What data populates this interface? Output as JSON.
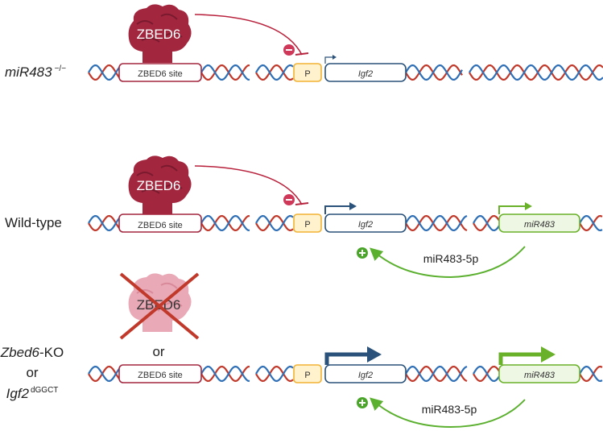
{
  "rows": [
    {
      "label_main": "miR483",
      "label_sup": "−/−",
      "protein": "ZBED6",
      "site": "ZBED6 site",
      "promoter": "P",
      "gene": "Igf2"
    },
    {
      "label_main": "Wild-type",
      "protein": "ZBED6",
      "site": "ZBED6 site",
      "promoter": "P",
      "gene": "Igf2",
      "mirna_gene": "miR483",
      "mirna_product": "miR483-5p"
    },
    {
      "label_line1_ital": "Zbed6",
      "label_line1_rest": "-KO",
      "label_line2": "or",
      "label_line3_ital": "Igf2",
      "label_line3_sup": "dGGCT",
      "protein": "ZBED6",
      "or_text": "or",
      "site": "ZBED6 site",
      "promoter": "P",
      "gene": "Igf2",
      "mirna_gene": "miR483",
      "mirna_product": "miR483-5p"
    }
  ],
  "colors": {
    "zbed6": "#a3263f",
    "zbed6_faded": "#e9a9b6",
    "inhibit": "#b8223c",
    "promoter_border": "#f2b233",
    "promoter_fill": "#fff2cc",
    "gene_border": "#2a527a",
    "mirna_border": "#6ab12a",
    "mirna_fill": "#eef7e4",
    "activate": "#5cb030",
    "strand_red": "#c0392b",
    "strand_blue": "#2f6fb5",
    "cross": "#c0392b"
  }
}
